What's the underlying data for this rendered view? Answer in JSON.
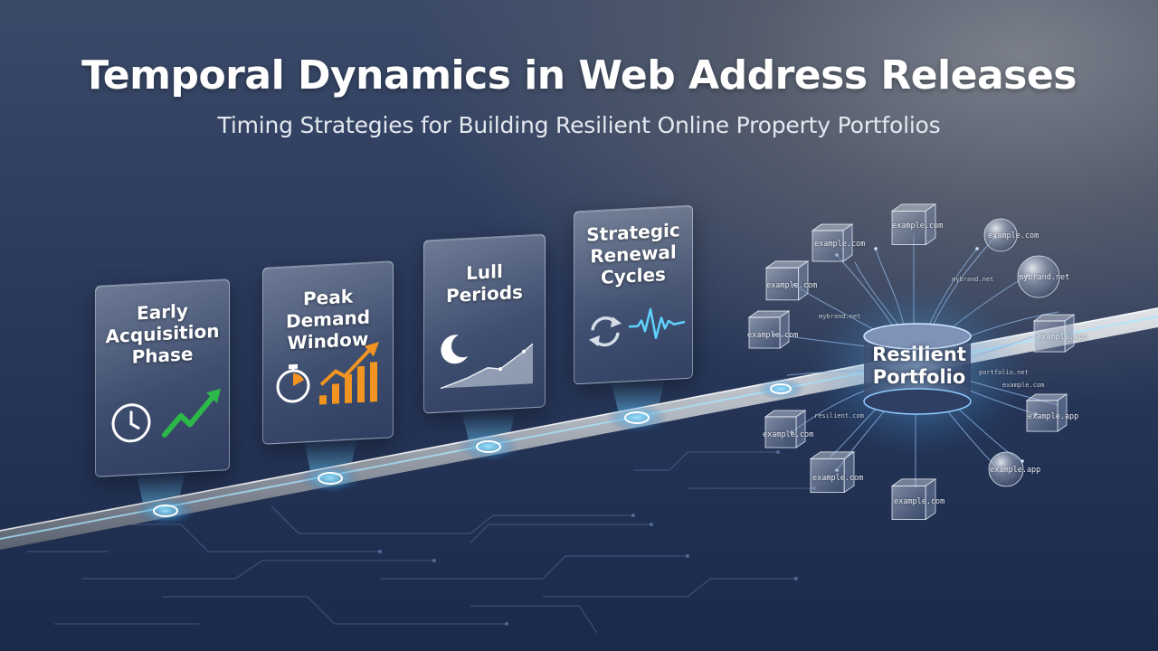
{
  "header": {
    "title": "Temporal Dynamics in Web Address Releases",
    "subtitle": "Timing Strategies for Building Resilient Online Property Portfolios"
  },
  "phases": [
    {
      "label": "Early Acquisition Phase",
      "icons": [
        "clock-icon",
        "rising-trend-arrow-icon"
      ]
    },
    {
      "label": "Peak Demand Window",
      "icons": [
        "stopwatch-icon",
        "bar-chart-growth-icon"
      ]
    },
    {
      "label": "Lull Periods",
      "icons": [
        "crescent-moon-icon",
        "area-chart-icon"
      ]
    },
    {
      "label": "Strategic Renewal Cycles",
      "icons": [
        "refresh-cycle-icon",
        "pulse-wave-icon"
      ]
    }
  ],
  "hub": {
    "label": "Resilient Portfolio"
  },
  "network_labels": [
    "example.com",
    "example.com",
    "mybrand.net",
    "example.com",
    "example.com",
    "mybrand.net",
    "example.com",
    "example.app",
    "example.com",
    "example.com",
    "example.app",
    "example.app",
    "example.com"
  ],
  "faint_labels": [
    "mybrand.net",
    "portfolio.net",
    "example.com",
    "resilient.com"
  ],
  "colors": {
    "accent_green": "#2db84a",
    "accent_orange": "#f29422",
    "accent_cyan": "#5fd2ff",
    "card_text": "#ffffff"
  }
}
